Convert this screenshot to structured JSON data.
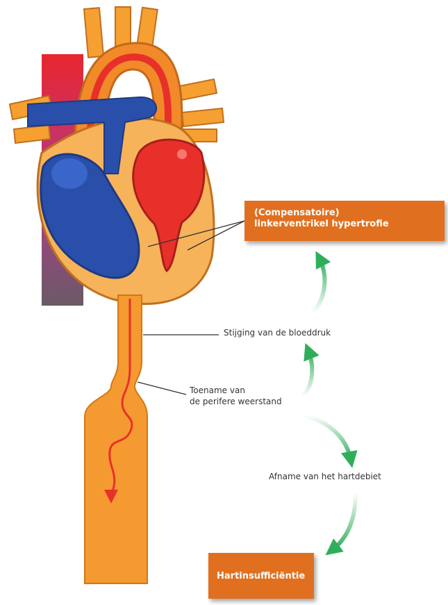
{
  "labels": {
    "hypertrophy_line1": "(Compensatoire)",
    "hypertrophy_line2": "linkerventrikel hypertrofie",
    "blood_pressure": "Stijging van de bloeddruk",
    "resistance_line1": "Toename van",
    "resistance_line2": "de perifere weerstand",
    "cardiac_output": "Afname van het hartdebiet",
    "heart_failure": "Hartinsufficiëntie"
  },
  "colors": {
    "box_orange": "#e07020",
    "vessel_orange": "#f5a030",
    "venous_blue": "#2a4faa",
    "arterial_red": "#e8302a",
    "arrow_green": "#2fae5a"
  }
}
